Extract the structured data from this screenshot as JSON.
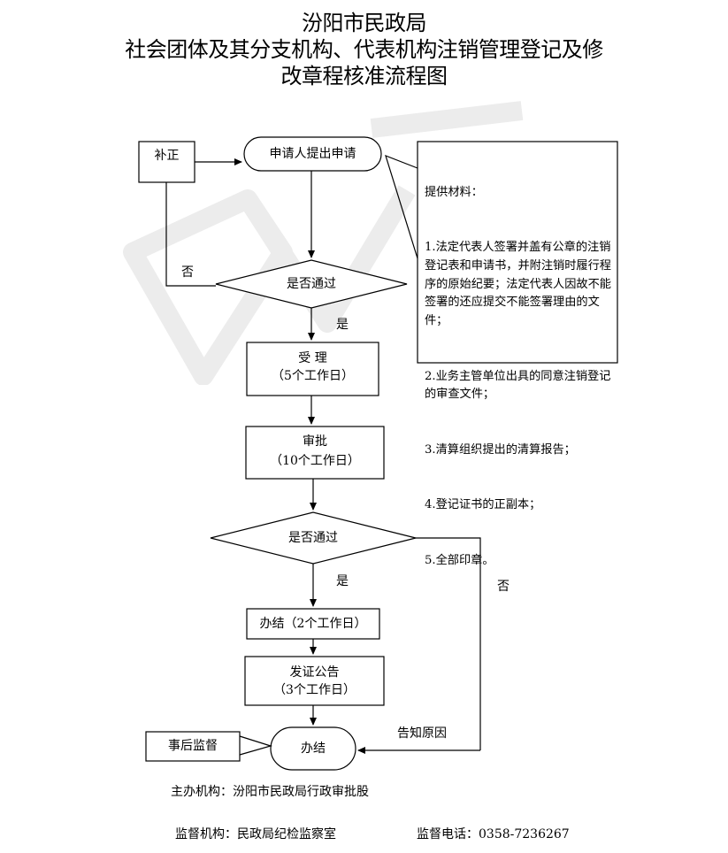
{
  "title": {
    "line1": "汾阳市民政局",
    "line2": "社会团体及其分支机构、代表机构注销管理登记及修",
    "line3": "改章程核准流程图"
  },
  "nodes": {
    "apply": "申请人提出申请",
    "correct": "补正",
    "check1": "是否通过",
    "accept_title": "受  理",
    "accept_days": "（5个工作日）",
    "approve_title": "审批",
    "approve_days": "（10个工作日）",
    "check2": "是否通过",
    "finish_days": "办结（2个工作日）",
    "issue_title": "发证公告",
    "issue_days": "（3个工作日）",
    "done": "办结",
    "supervise": "事后监督"
  },
  "labels": {
    "no1": "否",
    "yes1": "是",
    "yes2": "是",
    "no2": "否",
    "notify": "告知原因"
  },
  "materials": {
    "heading": "提供材料：",
    "items": [
      "1.法定代表人签署并盖有公章的注销登记表和申请书，并附注销时履行程序的原始纪要；法定代表人因故不能签署的还应提交不能签署理由的文件；",
      "2.业务主管单位出具的同意注销登记的审查文件；",
      "3.清算组织提出的清算报告；",
      "4.登记证书的正副本；",
      "5.全部印章。"
    ]
  },
  "footer": {
    "host": "主办机构：汾阳市民政局行政审批股",
    "supervisor": "监督机构：民政局纪检监察室",
    "phone": "监督电话：0358-7236267"
  }
}
